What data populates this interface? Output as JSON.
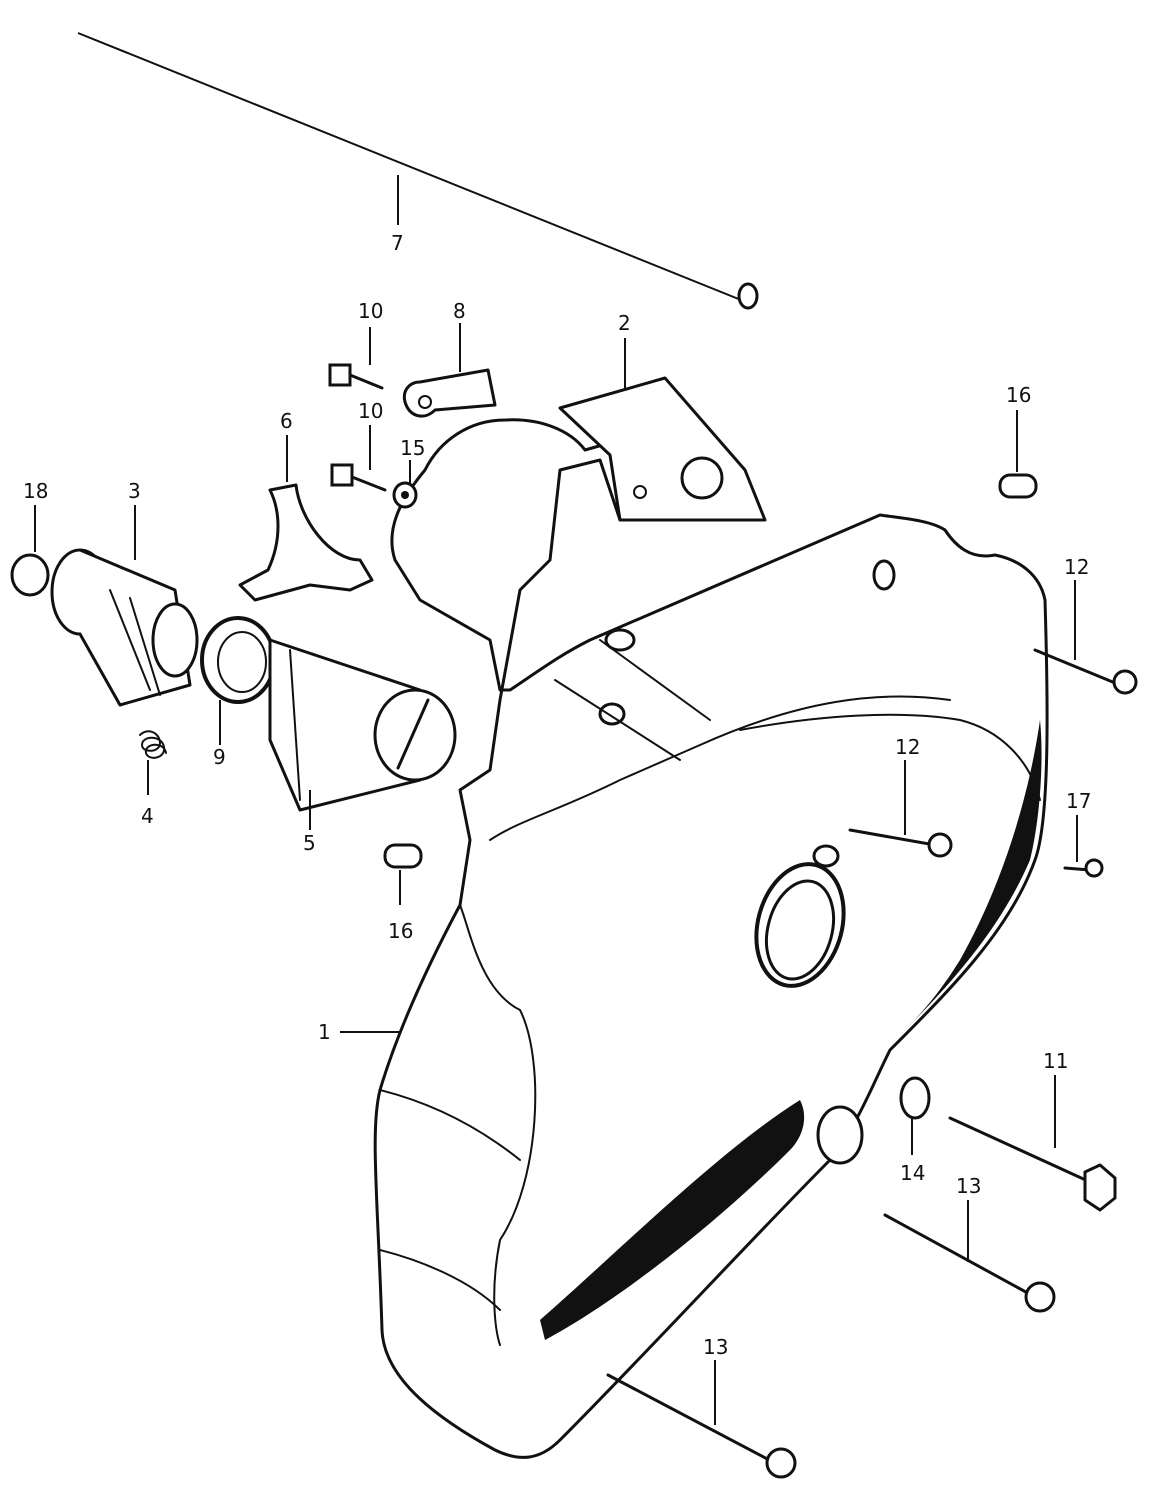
{
  "diagram": {
    "callouts": [
      {
        "id": "1",
        "label": "1"
      },
      {
        "id": "2",
        "label": "2"
      },
      {
        "id": "3",
        "label": "3"
      },
      {
        "id": "4",
        "label": "4"
      },
      {
        "id": "5",
        "label": "5"
      },
      {
        "id": "6",
        "label": "6"
      },
      {
        "id": "7",
        "label": "7"
      },
      {
        "id": "8",
        "label": "8"
      },
      {
        "id": "9",
        "label": "9"
      },
      {
        "id": "10a",
        "label": "10"
      },
      {
        "id": "10b",
        "label": "10"
      },
      {
        "id": "11",
        "label": "11"
      },
      {
        "id": "12a",
        "label": "12"
      },
      {
        "id": "12b",
        "label": "12"
      },
      {
        "id": "13a",
        "label": "13"
      },
      {
        "id": "13b",
        "label": "13"
      },
      {
        "id": "14",
        "label": "14"
      },
      {
        "id": "15",
        "label": "15"
      },
      {
        "id": "16a",
        "label": "16"
      },
      {
        "id": "16b",
        "label": "16"
      },
      {
        "id": "17",
        "label": "17"
      },
      {
        "id": "18",
        "label": "18"
      }
    ]
  }
}
